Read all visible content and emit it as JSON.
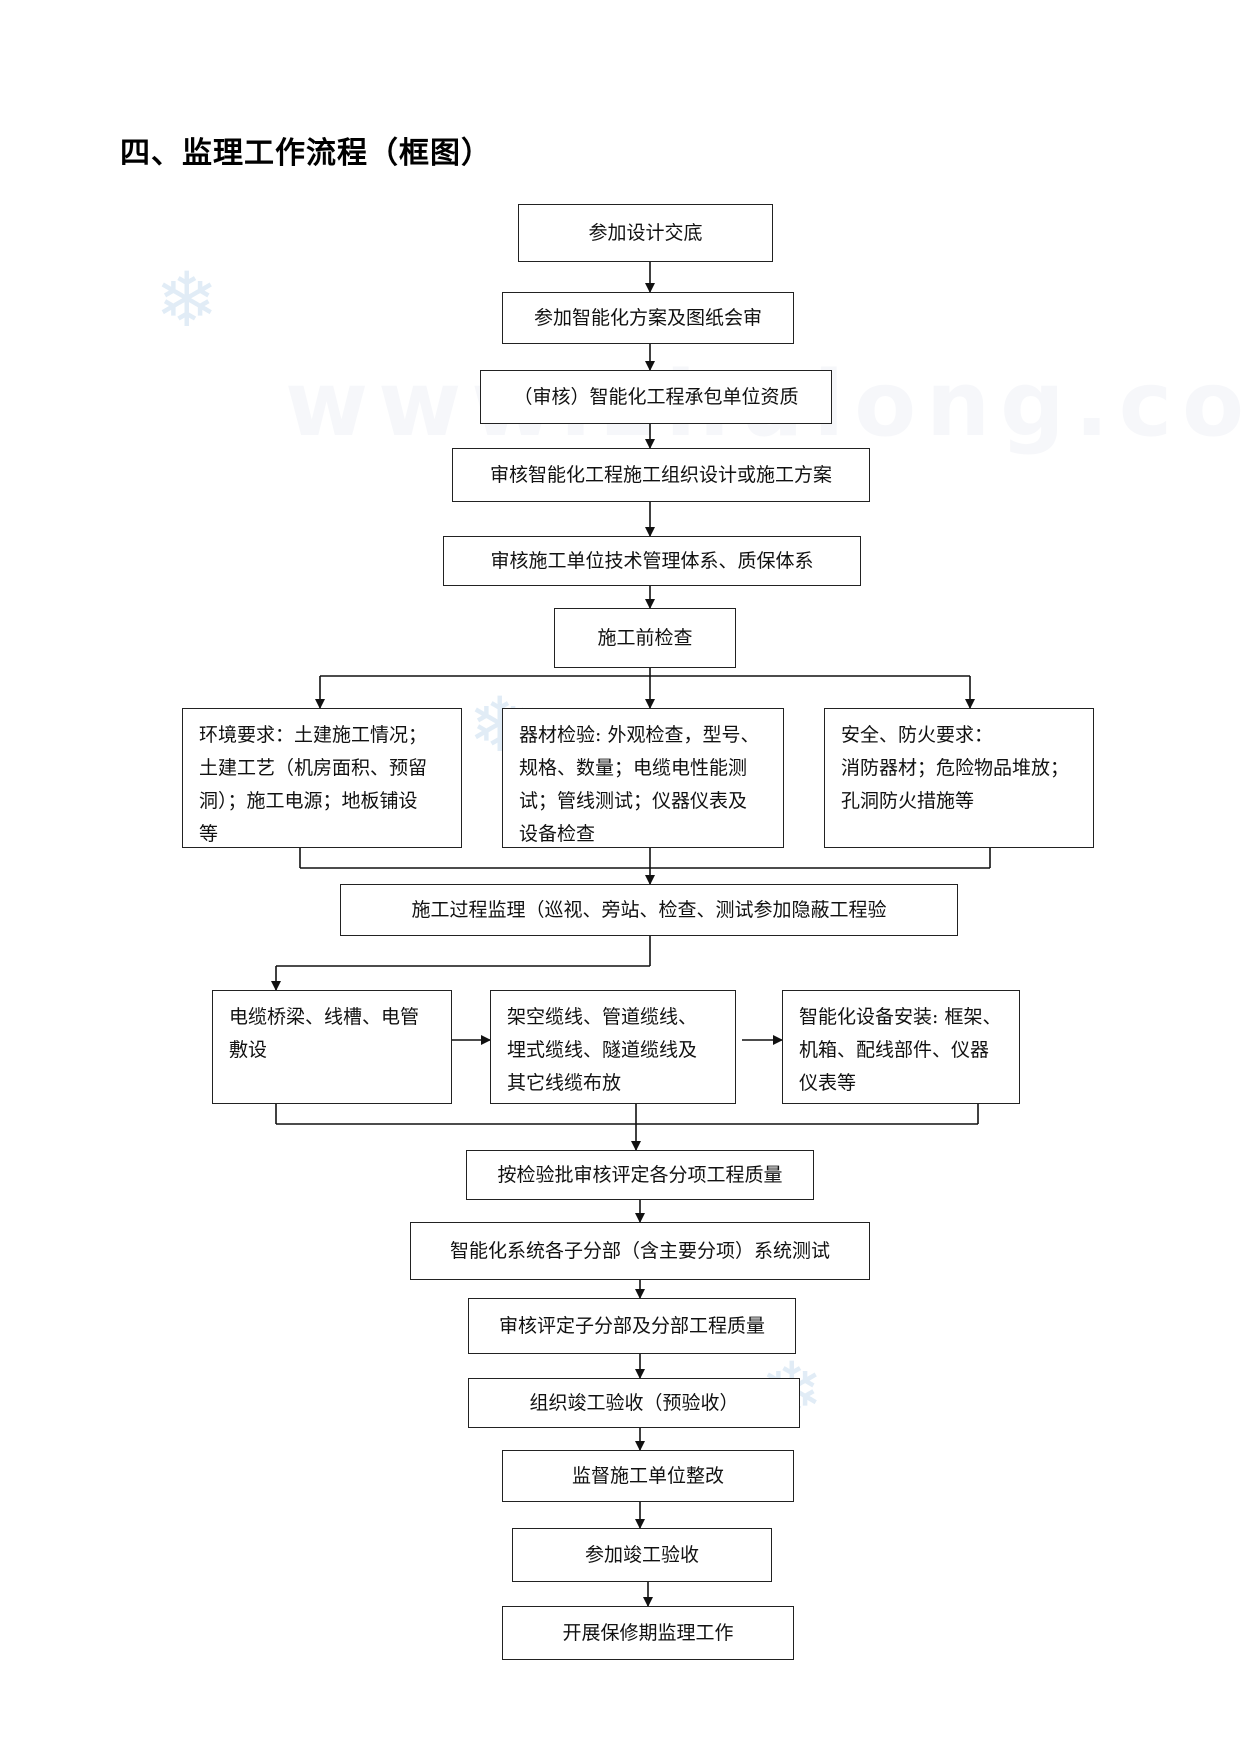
{
  "heading": "四、监理工作流程（框图）",
  "watermark": "www.zhulong.com",
  "decorations": {
    "snowflake_icon": "❄"
  },
  "steps": {
    "s1": "参加设计交底",
    "s2": "参加智能化方案及图纸会审",
    "s3": "（审核）智能化工程承包单位资质",
    "s4": "审核智能化工程施工组织设计或施工方案",
    "s5": "审核施工单位技术管理体系、质保体系",
    "s6": "施工前检查",
    "check_env": [
      "环境要求：土建施工情况；",
      "土建工艺（机房面积、预留",
      "洞）；施工电源；地板铺设",
      "等"
    ],
    "check_material": [
      "器材检验: 外观检查，型号、",
      "规格、数量；电缆电性能测",
      "试；管线测试；仪器仪表及",
      "设备检查"
    ],
    "check_safety": [
      "安全、防火要求：",
      "消防器材；危险物品堆放；",
      "孔洞防火措施等"
    ],
    "s7": "施工过程监理（巡视、旁站、检查、测试参加隐蔽工程验",
    "work_tray": [
      "电缆桥梁、线槽、电管",
      "敷设"
    ],
    "work_cable": [
      "架空缆线、管道缆线、",
      "埋式缆线、隧道缆线及",
      "其它线缆布放"
    ],
    "work_device": [
      "智能化设备安装: 框架、",
      "机箱、配线部件、仪器",
      "仪表等"
    ],
    "s8": "按检验批审核评定各分项工程质量",
    "s9": "智能化系统各子分部（含主要分项）系统测试",
    "s10": "审核评定子分部及分部工程质量",
    "s11": "组织竣工验收（预验收）",
    "s12": "监督施工单位整改",
    "s13": "参加竣工验收",
    "s14": "开展保修期监理工作"
  }
}
